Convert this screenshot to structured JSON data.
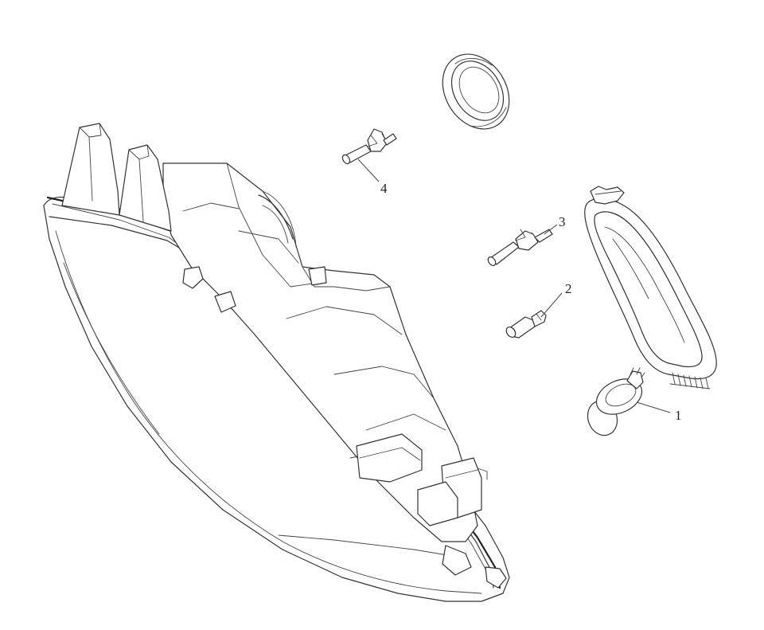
{
  "callouts": [
    {
      "id": "1",
      "label": "1",
      "part": "bulb-socket"
    },
    {
      "id": "2",
      "label": "2",
      "part": "small-bulb"
    },
    {
      "id": "3",
      "label": "3",
      "part": "bulb-with-socket"
    },
    {
      "id": "4",
      "label": "4",
      "part": "side-bulb"
    }
  ],
  "colors": {
    "line": "#333333",
    "background": "#ffffff"
  }
}
